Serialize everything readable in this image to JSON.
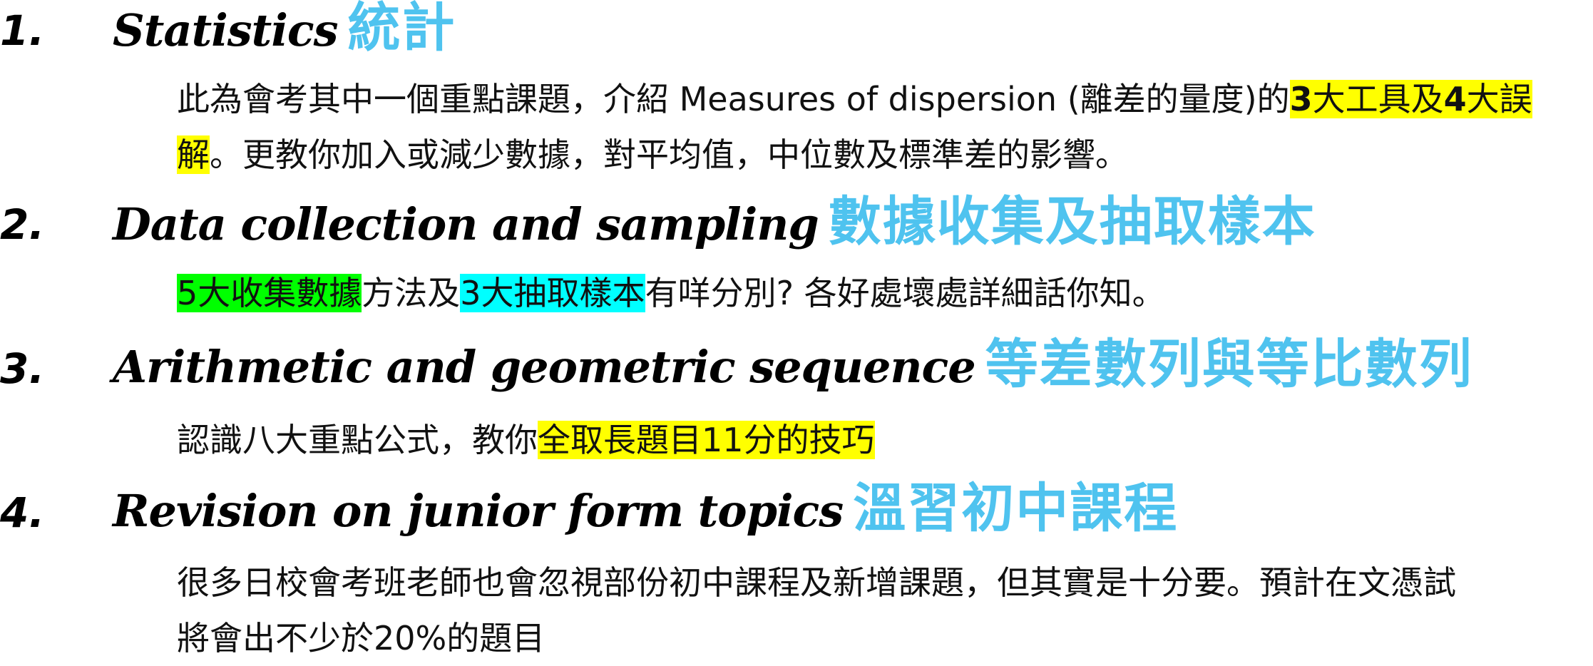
{
  "topics": [
    {
      "number": "1.",
      "title_en": "Statistics",
      "title_zh": "統計",
      "lines": [
        [
          "此為會考其中一個重點課題，介紹 Measures of dispersion (離差的量度)的",
          "3",
          "大工具及",
          "4",
          "大誤"
        ],
        [
          "解",
          "。更教你加入或減少數據，對平均值，中位數及標準差的影響。"
        ]
      ]
    },
    {
      "number": "2.",
      "title_en": "Data collection and sampling",
      "title_zh": "數據收集及抽取樣本",
      "lines": [
        [
          "5大收集數據",
          "方法及",
          "3大抽取樣本",
          "有咩分別? 各好處壞處詳細話你知。"
        ]
      ]
    },
    {
      "number": "3.",
      "title_en": "Arithmetic and geometric sequence",
      "title_zh": "等差數列與等比數列",
      "lines": [
        [
          "認識八大重點公式，教你",
          "全取長題目11分的技巧"
        ]
      ]
    },
    {
      "number": "4.",
      "title_en": "Revision on junior form topics",
      "title_zh": "溫習初中課程",
      "lines": [
        [
          "很多日校會考班老師也會忽視部份初中課程及新增課題，但其實是十分要。預計在文憑試"
        ],
        [
          "將會出不少於20%的題目"
        ]
      ]
    }
  ],
  "colors": {
    "heading_zh": "#4fc3ef",
    "highlight_yellow": "#ffff00",
    "highlight_green": "#00ff00",
    "highlight_cyan": "#00ffff"
  }
}
